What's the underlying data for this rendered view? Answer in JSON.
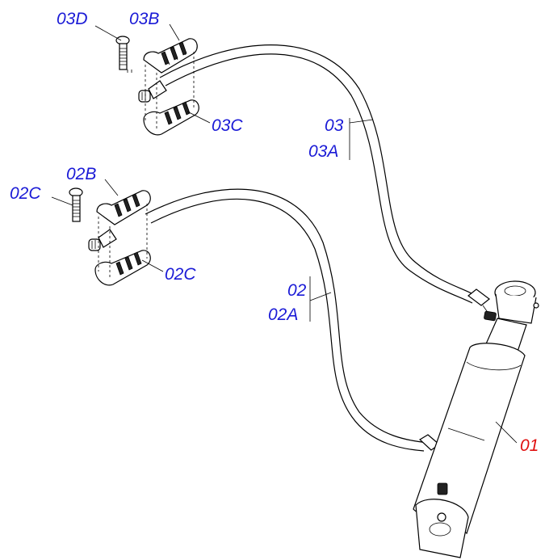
{
  "diagram": {
    "colors": {
      "callout_blue": "#1a1ad6",
      "callout_red": "#e01010",
      "line": "#000000"
    },
    "labels": {
      "l03D": "03D",
      "l03B": "03B",
      "l03C": "03C",
      "l03": "03",
      "l03A": "03A",
      "l02B": "02B",
      "l02C_left": "02C",
      "l02C_right": "02C",
      "l02": "02",
      "l02A": "02A",
      "l01": "01"
    }
  }
}
